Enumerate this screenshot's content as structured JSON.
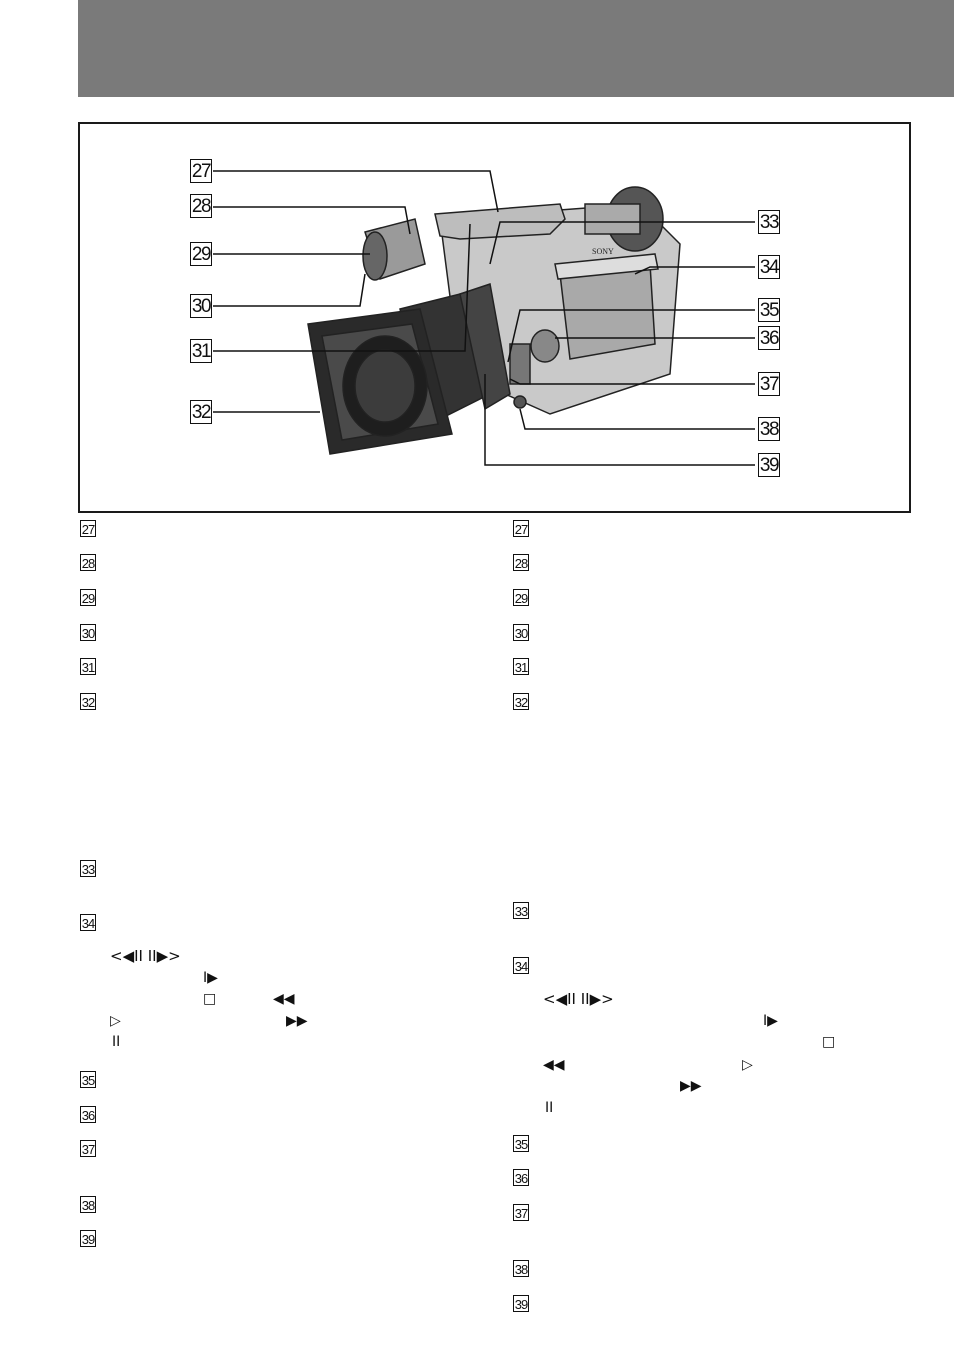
{
  "figure": {
    "callouts": [
      "27",
      "28",
      "29",
      "30",
      "31",
      "32",
      "33",
      "34",
      "35",
      "36",
      "37",
      "38",
      "39"
    ],
    "brand_label": "SONY"
  },
  "left_column": {
    "items": [
      "27",
      "28",
      "29",
      "30",
      "31",
      "32",
      "33",
      "34",
      "35",
      "36",
      "37",
      "38",
      "39"
    ],
    "symbols": {
      "frame_buttons": "<◀II II▶>",
      "play": "I▶",
      "stop": "□",
      "rewind": "◀◀",
      "rec": "▷",
      "ff": "▶▶",
      "pause": "II"
    }
  },
  "right_column": {
    "items": [
      "27",
      "28",
      "29",
      "30",
      "31",
      "32",
      "33",
      "34",
      "35",
      "36",
      "37",
      "38",
      "39"
    ],
    "symbols": {
      "frame_buttons": "<◀II II▶>",
      "play": "I▶",
      "stop": "□",
      "rewind": "◀◀",
      "rec": "▷",
      "ff": "▶▶",
      "pause": "II"
    }
  }
}
